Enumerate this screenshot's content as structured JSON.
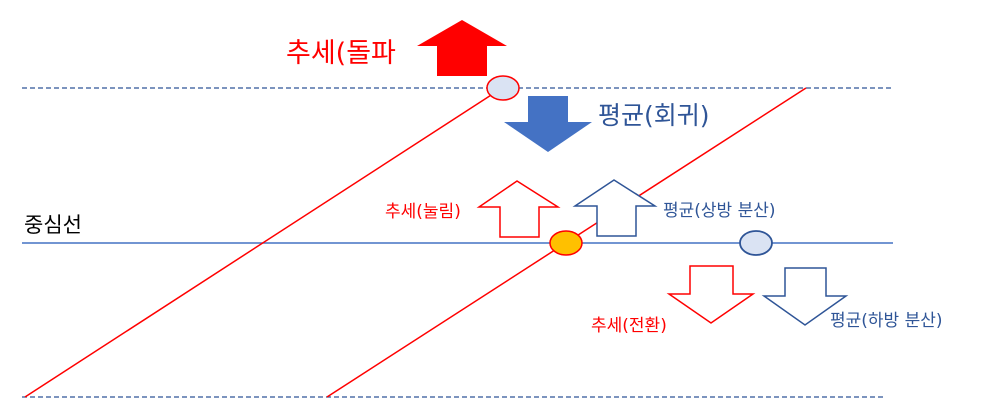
{
  "labels": {
    "trend_breakout": "추세(돌파",
    "mean_reversion": "평균(회귀)",
    "center_line": "중심선",
    "trend_pullback": "추세(눌림)",
    "mean_up_dispersion": "평균(상방 분산)",
    "trend_reversal": "추세(전환)",
    "mean_down_dispersion": "평균(하방 분산)"
  },
  "colors": {
    "trend": "#ff0000",
    "mean": "#2f5597",
    "mean_fill": "#4472c4",
    "center_line": "#4472c4",
    "dashed_line": "#2f5597",
    "circle_upper_fill": "#dae3f3",
    "circle_center_fill": "#ffc000",
    "circle_mean_fill": "#dae3f3",
    "text_dark": "#000000"
  }
}
